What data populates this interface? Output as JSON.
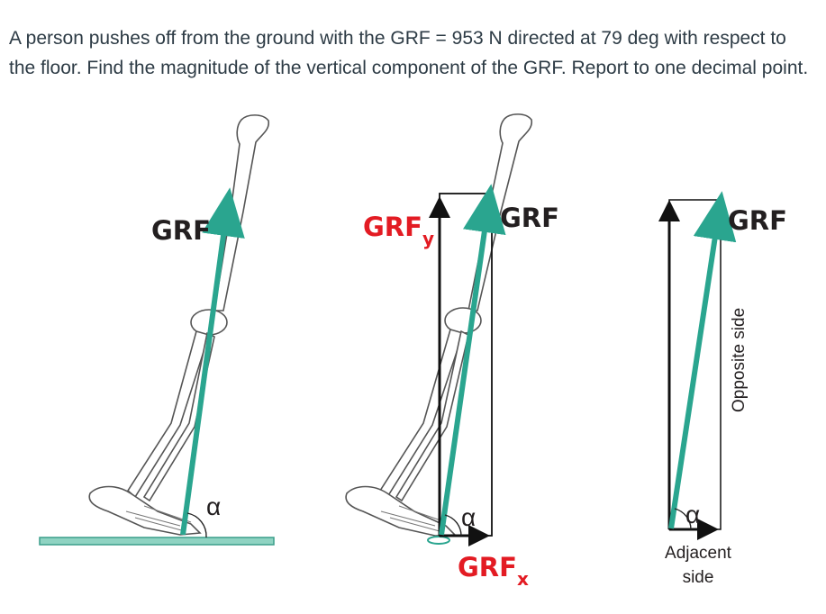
{
  "question": {
    "text": "A person pushes off from the ground with the GRF = 953 N directed at 79 deg with respect to the floor. Find the magnitude of the vertical component of the GRF. Report to one decimal point."
  },
  "figure": {
    "panel1": {
      "force_label": "GRF",
      "angle_symbol": "α"
    },
    "panel2": {
      "force_label": "GRF",
      "vertical_label_main": "GRF",
      "vertical_label_sub": "y",
      "horizontal_label_main": "GRF",
      "horizontal_label_sub": "x",
      "angle_symbol": "α"
    },
    "panel3": {
      "force_label": "GRF",
      "opposite_label": "Opposite side",
      "adjacent_label_line1": "Adjacent",
      "adjacent_label_line2": "side",
      "angle_symbol": "α"
    },
    "colors": {
      "force_arrow": "#2aa58f",
      "component_label": "#e31b23",
      "floor_fill": "#8fd3c2",
      "floor_stroke": "#3a9e8a",
      "text_dark": "#231f20",
      "question_text": "#2d3b45"
    }
  }
}
